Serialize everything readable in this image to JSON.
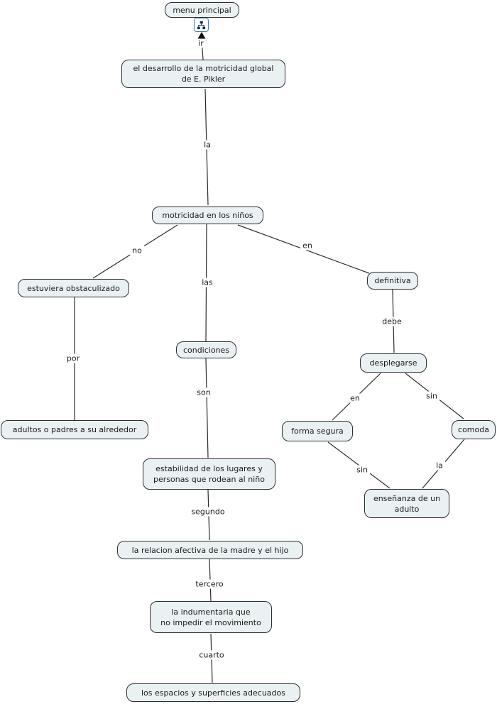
{
  "colors": {
    "node_fill": "#eaf1f3",
    "node_border": "#2e2e2e",
    "line": "#2b2b2b",
    "icon_border": "#4a7dbd",
    "icon_glyph": "#15246b",
    "arrow": "#111111",
    "text": "#1a1a1a",
    "background": "#ffffff"
  },
  "nodes": {
    "menu_principal": "menu principal",
    "el_desarrollo": {
      "line1": "el desarrollo de la motricidad global",
      "line2": "de E. Pikler"
    },
    "motricidad": "motricidad en los niños",
    "estuviera": "estuviera obstaculizado",
    "adultos": "adultos o padres a su alrededor",
    "condiciones": "condiciones",
    "estabilidad": {
      "line1": "estabilidad de los lugares y",
      "line2": "personas que rodean al niño"
    },
    "definitiva": "definitiva",
    "desplegarse": "desplegarse",
    "forma_segura": "forma segura",
    "comoda": "comoda",
    "ensenanza": {
      "line1": "enseñanza de un",
      "line2": "adulto"
    },
    "relacion": "la relacion afectiva de la madre y el hijo",
    "indumentaria": {
      "line1": "la indumentaria que",
      "line2": "no impedir el movimiento"
    },
    "espacios": "los espacios y superficies adecuados"
  },
  "link_labels": {
    "ir": "ir",
    "la_top": "la",
    "no": "no",
    "las": "las",
    "en_top": "en",
    "por": "por",
    "son": "son",
    "debe": "debe",
    "en_mid": "en",
    "sin_mid": "sin",
    "sin_low": "sin",
    "la_low": "la",
    "segundo": "segundo",
    "tercero": "tercero",
    "cuarto": "cuarto"
  },
  "edges": [
    {
      "from": "el_desarrollo",
      "label": "ir",
      "to": "menu_principal",
      "arrow": true
    },
    {
      "from": "el_desarrollo",
      "label": "la",
      "to": "motricidad"
    },
    {
      "from": "motricidad",
      "label": "no",
      "to": "estuviera"
    },
    {
      "from": "motricidad",
      "label": "las",
      "to": "condiciones"
    },
    {
      "from": "motricidad",
      "label": "en",
      "to": "definitiva"
    },
    {
      "from": "estuviera",
      "label": "por",
      "to": "adultos"
    },
    {
      "from": "condiciones",
      "label": "son",
      "to": "estabilidad"
    },
    {
      "from": "definitiva",
      "label": "debe",
      "to": "desplegarse"
    },
    {
      "from": "desplegarse",
      "label": "en",
      "to": "forma_segura"
    },
    {
      "from": "desplegarse",
      "label": "sin",
      "to": "comoda"
    },
    {
      "from": "forma_segura",
      "label": "sin",
      "to": "ensenanza"
    },
    {
      "from": "comoda",
      "label": "la",
      "to": "ensenanza"
    },
    {
      "from": "estabilidad",
      "label": "segundo",
      "to": "relacion"
    },
    {
      "from": "relacion",
      "label": "tercero",
      "to": "indumentaria"
    },
    {
      "from": "indumentaria",
      "label": "cuarto",
      "to": "espacios"
    }
  ]
}
